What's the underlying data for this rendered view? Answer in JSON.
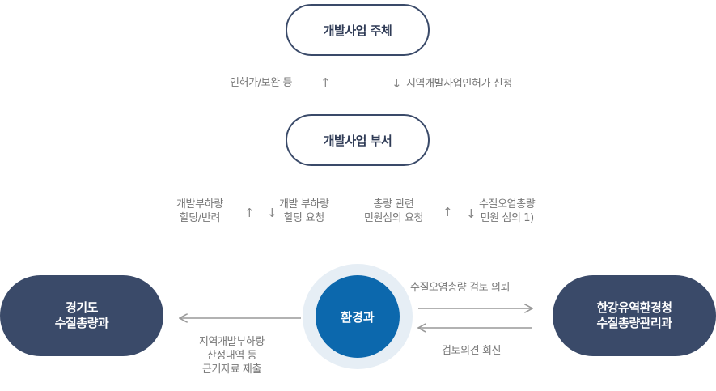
{
  "nodes": {
    "developer": "개발사업 주체",
    "dev_department": "개발사업 부서",
    "gyeonggi": "경기도\n수질총량과",
    "environment": "환경과",
    "hangang": "한강유역환경청\n수질총량관리과"
  },
  "labels": {
    "permit": "인허가/보완 등",
    "regional_permit": "지역개발사업인허가 신청",
    "allocate_return": "개발부하량\n할당/반려",
    "load_request": "개발 부하량\n할당 요청",
    "total_consult": "총량 관련\n민원심의 요청",
    "complaint_review": "수질오염총량\n민원 심의 1)",
    "review_request": "수질오염총량 검토 의뢰",
    "review_reply": "검토의견 회신",
    "submit_docs": "지역개발부하량\n산정내역 등\n근거자료 제출"
  },
  "arrows": {
    "up": "↑",
    "down": "↓"
  }
}
